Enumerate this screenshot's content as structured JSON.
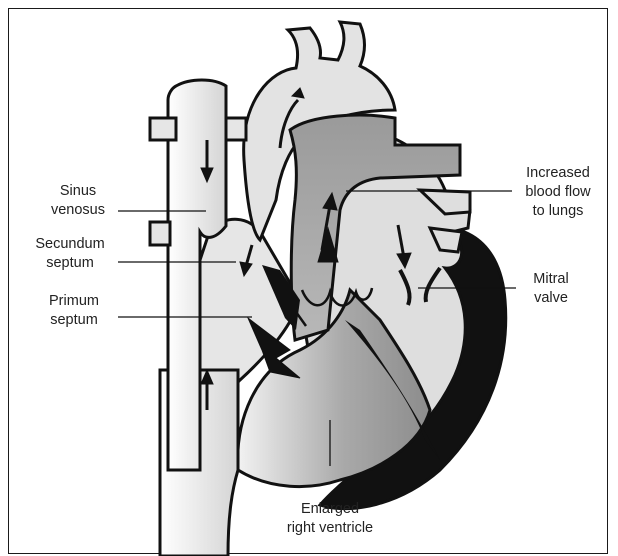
{
  "labels": {
    "sinus_venosus": [
      "Sinus",
      "venosus"
    ],
    "secundum_septum": [
      "Secundum",
      "septum"
    ],
    "primum_septum": [
      "Primum",
      "septum"
    ],
    "increased_flow": [
      "Increased",
      "blood flow",
      "to lungs"
    ],
    "mitral_valve": [
      "Mitral",
      "valve"
    ],
    "enlarged_rv": [
      "Enlarged",
      "right ventricle"
    ]
  }
}
